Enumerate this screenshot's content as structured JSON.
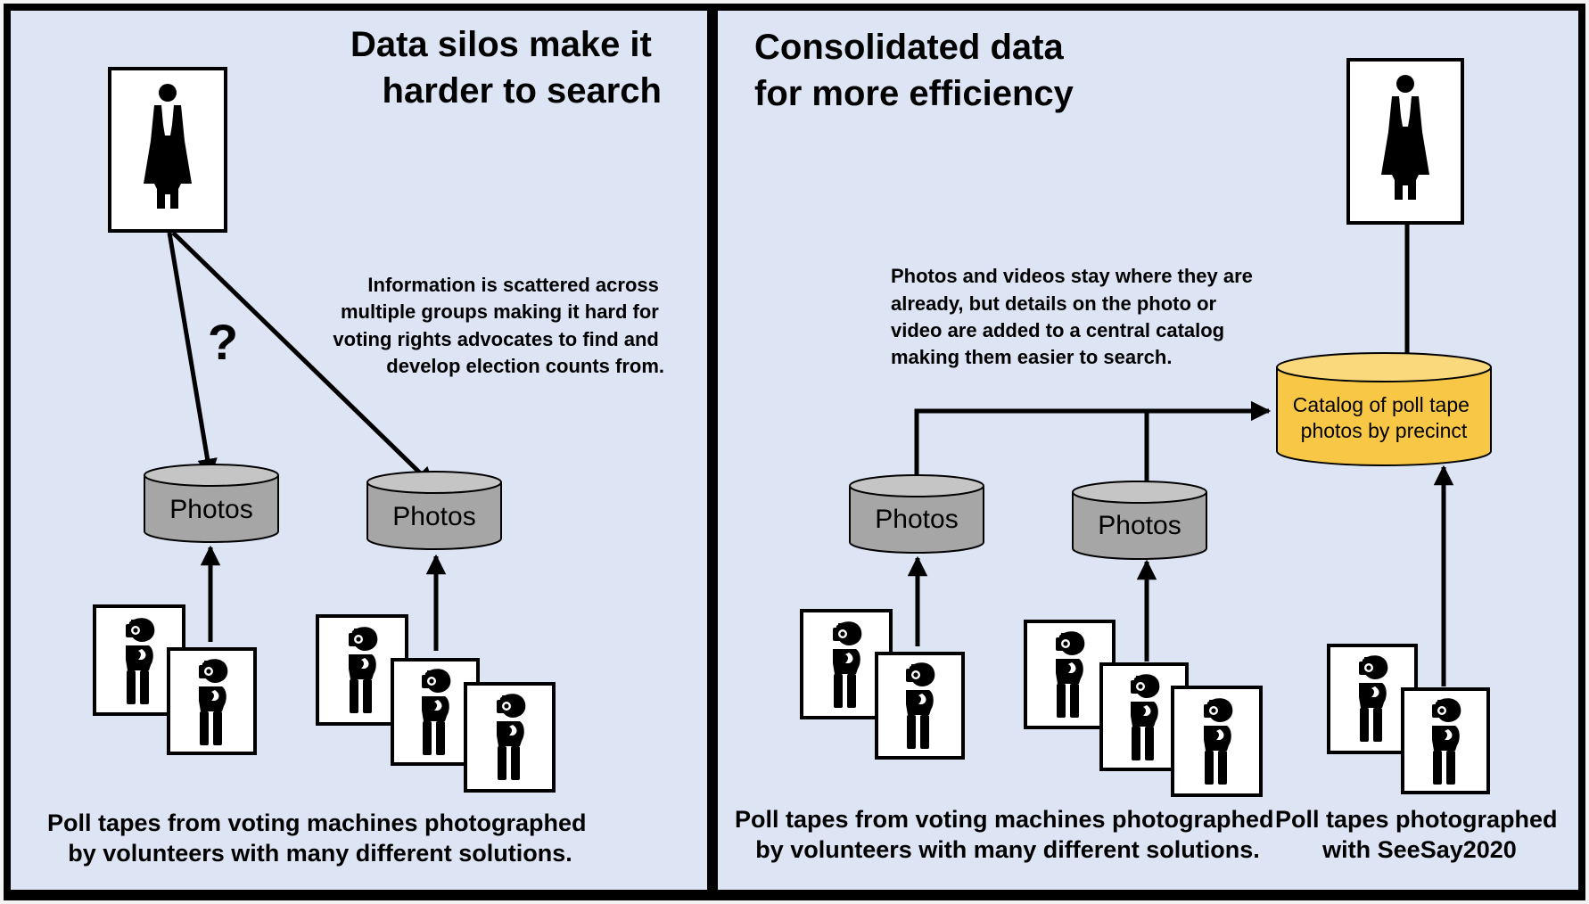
{
  "left_panel": {
    "title": [
      "Data silos make it",
      "harder to search"
    ],
    "question_mark": "?",
    "note": [
      "Information is scattered across",
      "multiple groups making it hard for",
      "voting rights advocates to find and",
      "develop election counts from."
    ],
    "db_label_1": "Photos",
    "db_label_2": "Photos",
    "caption": [
      "Poll tapes from voting machines photographed",
      "by volunteers with many different solutions."
    ]
  },
  "right_panel": {
    "title": [
      "Consolidated data",
      "for more efficiency"
    ],
    "note": [
      "Photos and videos stay where they are",
      "already, but details on the photo or",
      "video are added to a central catalog",
      "making them easier to search."
    ],
    "db_label_1": "Photos",
    "db_label_2": "Photos",
    "catalog_label": [
      "Catalog of poll tape",
      "photos by precinct"
    ],
    "caption_left": [
      "Poll tapes from voting machines photographed",
      "by volunteers with many different solutions."
    ],
    "caption_right": [
      "Poll tapes photographed",
      "with SeeSay2020"
    ]
  },
  "colors": {
    "panel_bg": "#dde4f4",
    "border": "#000000",
    "database_gray": "#a6a6a6",
    "catalog_yellow": "#f8c745"
  }
}
